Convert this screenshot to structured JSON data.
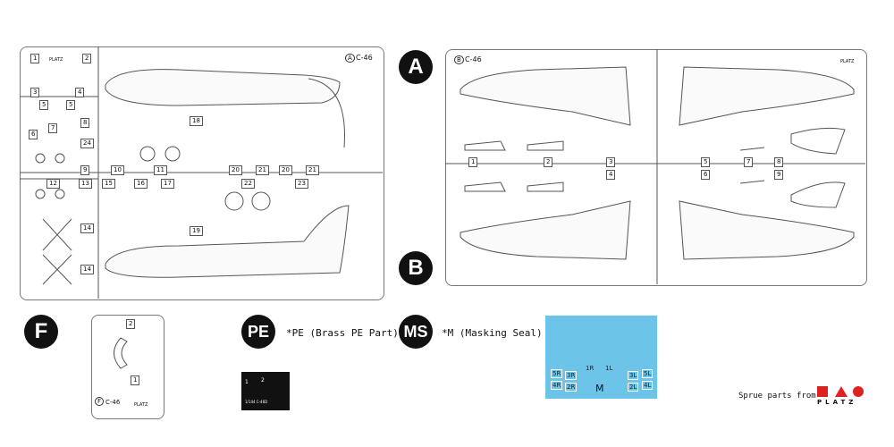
{
  "sprues": {
    "A": {
      "letter": "A",
      "code": "C-46",
      "parts": [
        "1",
        "2",
        "3",
        "4",
        "5",
        "5",
        "6",
        "7",
        "8",
        "9",
        "10",
        "11",
        "12",
        "13",
        "14",
        "14",
        "15",
        "16",
        "17",
        "18",
        "19",
        "20",
        "20",
        "21",
        "21",
        "22",
        "23",
        "24"
      ],
      "brand": "PLATZ"
    },
    "B": {
      "letter": "B",
      "code": "C-46",
      "parts": [
        "1",
        "2",
        "3",
        "4",
        "5",
        "6",
        "7",
        "8",
        "9"
      ],
      "brand": "PLATZ"
    },
    "F": {
      "letter": "F",
      "code": "C-46",
      "parts": [
        "2",
        "1"
      ],
      "brand": "PLATZ"
    }
  },
  "badges": {
    "A": "A",
    "B": "B",
    "F": "F",
    "PE": "PE",
    "MS": "MS"
  },
  "notes": {
    "pe": "*PE (Brass PE Part)",
    "ms": "*M (Masking Seal)"
  },
  "pe_sheet": {
    "label": "1/144 C-46D",
    "parts": [
      "1",
      "2"
    ]
  },
  "mask": {
    "title": "M",
    "labels": [
      "1R",
      "1L",
      "5R",
      "3R",
      "4R",
      "2R",
      "3L",
      "5L",
      "2L",
      "4L"
    ],
    "color": "#6cc4e8"
  },
  "footer": {
    "text": "Sprue parts from",
    "brand": "PLATZ"
  }
}
